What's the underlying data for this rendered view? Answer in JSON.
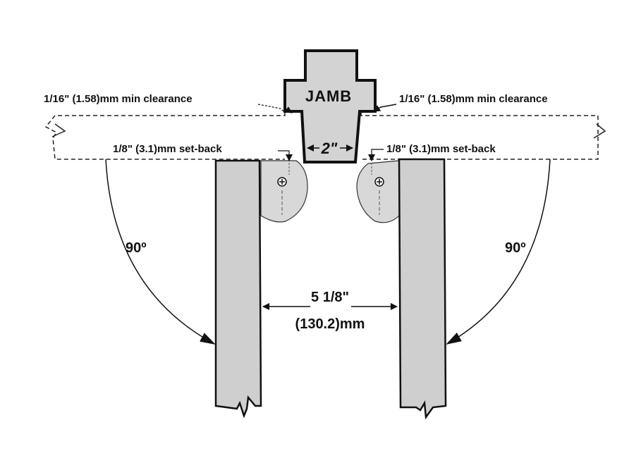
{
  "diagram": {
    "jamb_label": "JAMB",
    "jamb_width": "2\"",
    "clearance_left": "1/16\" (1.58)mm min clearance",
    "clearance_right": "1/16\" (1.58)mm min clearance",
    "setback_left": "1/8\" (3.1)mm set-back",
    "setback_right": "1/8\" (3.1)mm set-back",
    "angle_left": "90º",
    "angle_right": "90º",
    "gap_imperial": "5 1/8\"",
    "gap_metric": "(130.2)mm"
  },
  "colors": {
    "door_fill": "#cfcfcf",
    "jamb_fill": "#d3d3d3",
    "line": "#111111",
    "background": "#ffffff"
  }
}
